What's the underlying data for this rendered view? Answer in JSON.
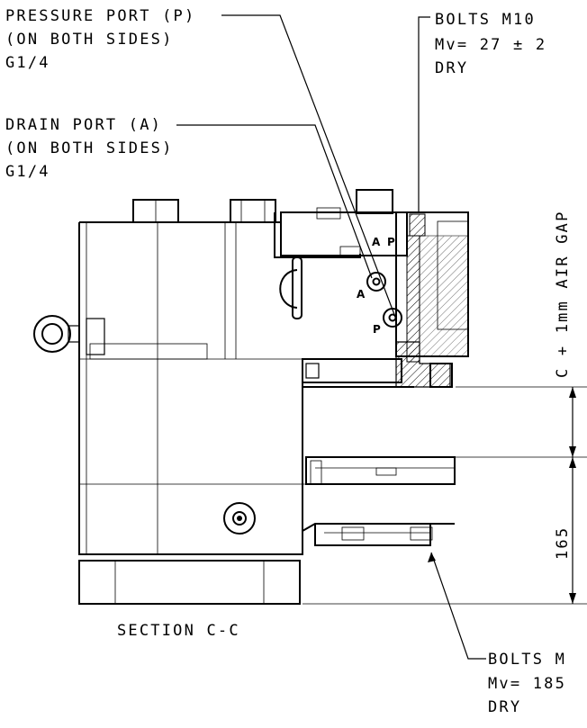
{
  "callouts": {
    "pressure_port": {
      "line1": "PRESSURE PORT (P)",
      "line2": "(ON BOTH SIDES)",
      "line3": "G1/4"
    },
    "drain_port": {
      "line1": "DRAIN PORT (A)",
      "line2": "(ON BOTH SIDES)",
      "line3": "G1/4"
    },
    "bolts_top": {
      "line1": "BOLTS M10",
      "line2": "Mv= 27 ± 2",
      "line3": "DRY"
    },
    "bolts_bottom": {
      "line1": "BOLTS M",
      "line2": "Mv= 185",
      "line3": "DRY"
    }
  },
  "port_marks": {
    "a": "A",
    "p": "P"
  },
  "dimensions": {
    "upper": "C + 1mm AIR GAP",
    "lower": "165"
  },
  "section_title": "SECTION  C-C",
  "line_color": "#000000",
  "background_color": "#ffffff"
}
